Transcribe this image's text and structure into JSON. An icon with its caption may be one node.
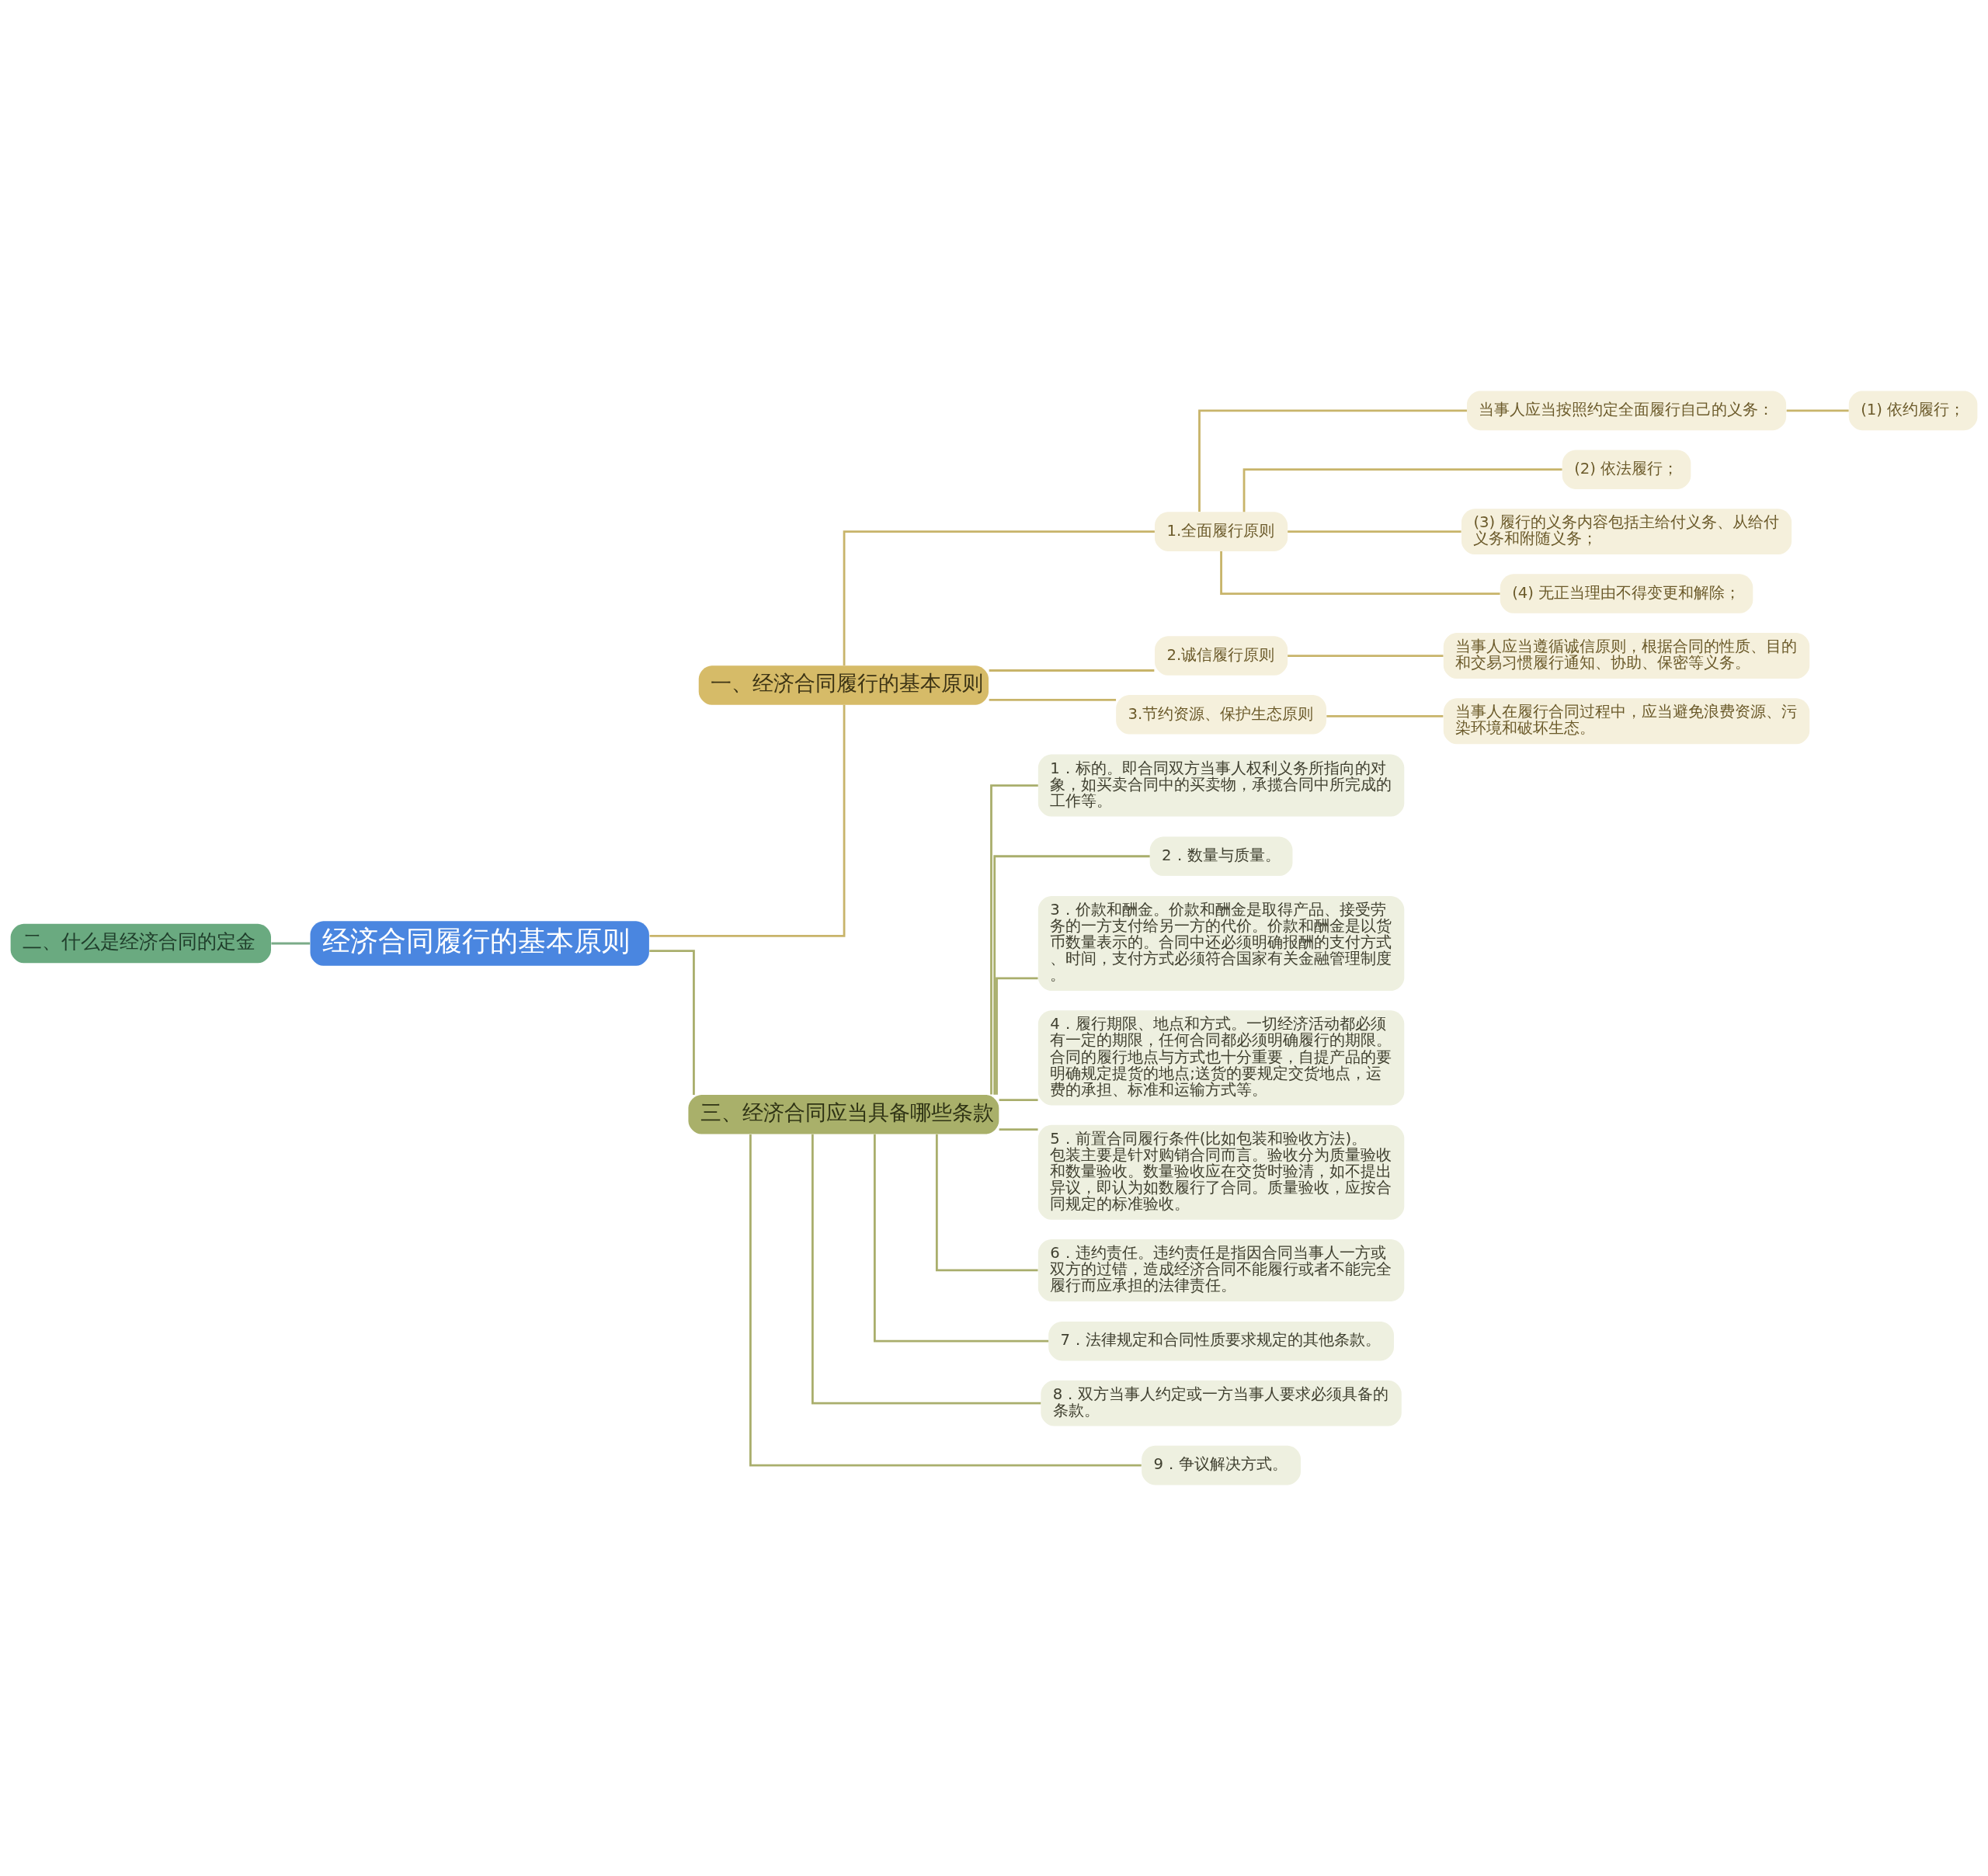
{
  "diagram": {
    "nodes": [
      {
        "text": [
          "经济合同履行的基本原则"
        ]
      },
      {
        "text": [
          "二、什么是经济合同的定金"
        ]
      },
      {
        "text": [
          "一、经济合同履行的基本原则"
        ]
      },
      {
        "text": [
          "1.全面履行原则"
        ]
      },
      {
        "text": [
          "当事人应当按照约定全面履行自己的义务："
        ]
      },
      {
        "text": [
          "(1) 依约履行；"
        ]
      },
      {
        "text": [
          "(2) 依法履行；"
        ]
      },
      {
        "text": [
          "(3) 履行的义务内容包括主给付义务、从给付义务和附随义务；"
        ]
      },
      {
        "text": [
          "(4) 无正当理由不得变更和解除；"
        ]
      },
      {
        "text": [
          "2.诚信履行原则"
        ]
      },
      {
        "text": [
          "当事人应当遵循诚信原则，根据合同的性质、目的和交易习惯履行通知、协助、保密等义务。"
        ]
      },
      {
        "text": [
          "3.节约资源、保护生态原则"
        ]
      },
      {
        "text": [
          "当事人在履行合同过程中，应当避免浪费资源、污染环境和破坏生态。"
        ]
      },
      {
        "text": [
          "三、经济合同应当具备哪些条款"
        ]
      },
      {
        "text": [
          "1．标的。即合同双方当事人权利义务所指向的对象，如买卖合同中的买卖物，承揽合同中所完成的工作等。"
        ]
      },
      {
        "text": [
          "2．数量与质量。"
        ]
      },
      {
        "text": [
          "3．价款和酬金。价款和酬金是取得产品、接受劳务的一方支付给另一方的代价。价款和酬金是以货币数量表示的。合同中还必须明确报酬的支付方式、时间，支付方式必须符合国家有关金融管理制度。"
        ]
      },
      {
        "text": [
          "4．履行期限、地点和方式。一切经济活动都必须有一定的期限，任何合同都必须明确履行的期限。合同的履行地点与方式也十分重要，自提产品的要明确规定提货的地点;送货的要规定交货地点，运费的承担、标准和运输方式等。"
        ]
      },
      {
        "text": [
          "5．前置合同履行条件(比如包装和验收方法)。包装主要是针对购销合同而言。验收分为质量验收和数量验收。数量验收应在交货时验清，如不提出异议，即认为如数履行了合同。质量验收，应按合同规定的标准验收。"
        ]
      },
      {
        "text": [
          "6．违约责任。违约责任是指因合同当事人一方或双方的过错，造成经济合同不能履行或者不能完全履行而应承担的法律责任。"
        ]
      },
      {
        "text": [
          "7．法律规定和合同性质要求规定的其他条款。"
        ]
      },
      {
        "text": [
          "8．双方当事人约定或一方当事人要求必须具备的条款。"
        ]
      },
      {
        "text": [
          "9．争议解决方式。"
        ]
      }
    ],
    "edges": [
      {
        "from": 0,
        "to": 1,
        "arrow": "none",
        "color": "#7aab88"
      },
      {
        "from": 0,
        "to": 2,
        "arrow": "none"
      },
      {
        "from": 2,
        "to": 3,
        "arrow": "none"
      },
      {
        "from": 3,
        "to": 4,
        "arrow": "none"
      },
      {
        "from": 4,
        "to": 5,
        "arrow": "none"
      },
      {
        "from": 3,
        "to": 6,
        "arrow": "none"
      },
      {
        "from": 3,
        "to": 7,
        "arrow": "none"
      },
      {
        "from": 3,
        "to": 8,
        "arrow": "none"
      },
      {
        "from": 2,
        "to": 9,
        "arrow": "none"
      },
      {
        "from": 9,
        "to": 10,
        "arrow": "none"
      },
      {
        "from": 2,
        "to": 11,
        "arrow": "none"
      },
      {
        "from": 11,
        "to": 12,
        "arrow": "none"
      },
      {
        "from": 0,
        "to": 13,
        "arrow": "none",
        "color": "#a9ae6c"
      },
      {
        "from": 13,
        "to": 14,
        "arrow": "none",
        "color": "#a9ae6c"
      },
      {
        "from": 13,
        "to": 15,
        "arrow": "none",
        "color": "#a9ae6c"
      },
      {
        "from": 13,
        "to": 16,
        "arrow": "none",
        "color": "#a9ae6c"
      },
      {
        "from": 13,
        "to": 17,
        "arrow": "none",
        "color": "#a9ae6c"
      },
      {
        "from": 13,
        "to": 18,
        "arrow": "none",
        "color": "#a9ae6c"
      },
      {
        "from": 13,
        "to": 19,
        "arrow": "none",
        "color": "#a9ae6c"
      },
      {
        "from": 13,
        "to": 20,
        "arrow": "none",
        "color": "#a9ae6c"
      },
      {
        "from": 13,
        "to": 21,
        "arrow": "none",
        "color": "#a9ae6c"
      },
      {
        "from": 13,
        "to": 22,
        "arrow": "none",
        "color": "#a9ae6c"
      }
    ]
  }
}
